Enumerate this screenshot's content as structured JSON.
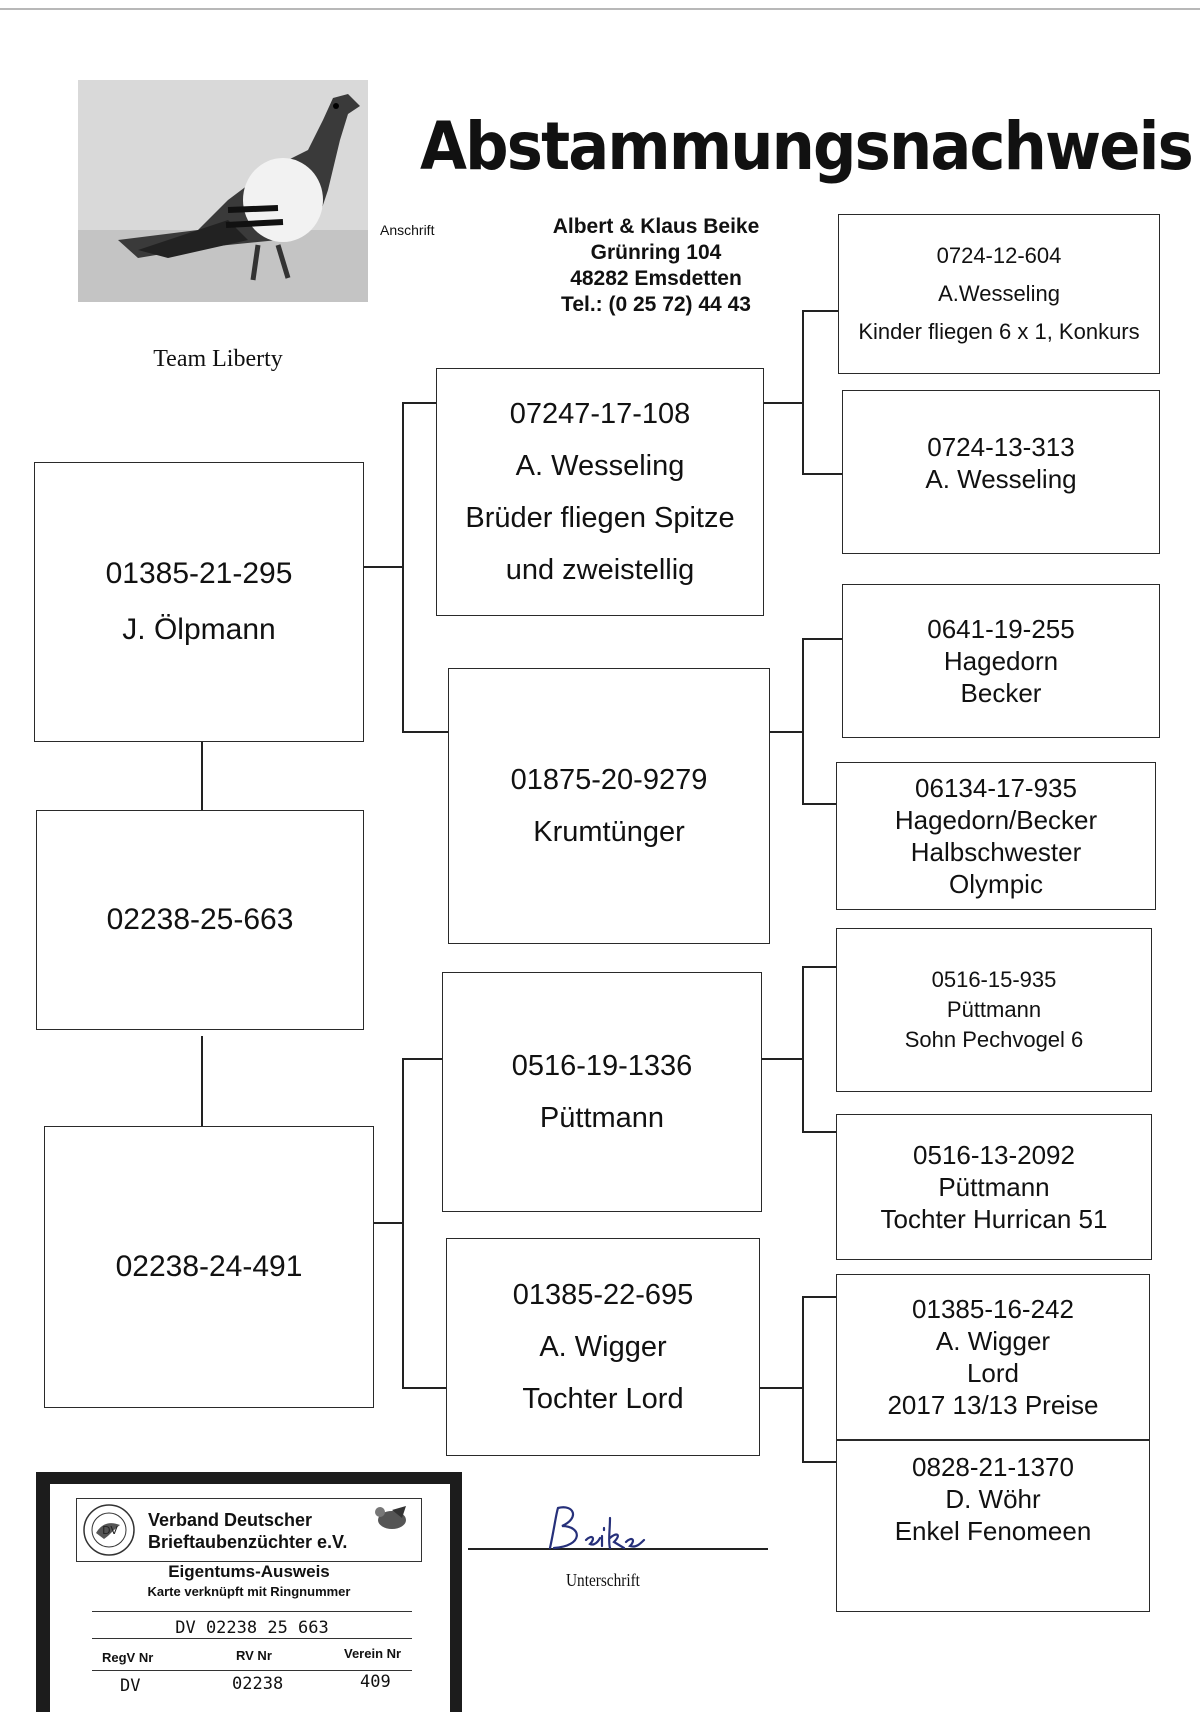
{
  "header": {
    "title": "Abstammungsnachweis",
    "photo_caption": "Team Liberty",
    "address_label": "Anschrift",
    "address_lines": [
      "Albert & Klaus Beike",
      "Grünring 104",
      "48282 Emsdetten",
      "Tel.: (0 25 72) 44 43"
    ]
  },
  "pedigree": {
    "subject": {
      "ring": "02238-25-663"
    },
    "sire": {
      "lines": [
        "01385-21-295",
        "J. Ölpmann"
      ]
    },
    "dam": {
      "lines": [
        "02238-24-491"
      ]
    },
    "sire_sire": {
      "lines": [
        "07247-17-108",
        "A. Wesseling",
        "Brüder fliegen Spitze",
        "und zweistellig"
      ]
    },
    "sire_dam": {
      "lines": [
        "01875-20-9279",
        "Krumtünger"
      ]
    },
    "dam_sire": {
      "lines": [
        "0516-19-1336",
        "Püttmann"
      ]
    },
    "dam_dam": {
      "lines": [
        "01385-22-695",
        "A. Wigger",
        "Tochter Lord"
      ]
    },
    "ggp": [
      {
        "lines": [
          "0724-12-604",
          "A.Wesseling",
          "Kinder fliegen 6 x 1, Konkurs"
        ]
      },
      {
        "lines": [
          "0724-13-313",
          "A. Wesseling"
        ]
      },
      {
        "lines": [
          "0641-19-255",
          "Hagedorn",
          "Becker"
        ]
      },
      {
        "lines": [
          "06134-17-935",
          "Hagedorn/Becker",
          "Halbschwester",
          "Olympic"
        ]
      },
      {
        "lines": [
          "0516-15-935",
          "Püttmann",
          "Sohn Pechvogel 6"
        ]
      },
      {
        "lines": [
          "0516-13-2092",
          "Püttmann",
          "Tochter Hurrican 51"
        ]
      },
      {
        "lines": [
          "01385-16-242",
          "A. Wigger",
          "Lord",
          "2017 13/13 Preise"
        ]
      },
      {
        "lines": [
          "0828-21-1370",
          "D. Wöhr",
          "Enkel Fenomeen"
        ]
      }
    ]
  },
  "signature": {
    "label": "Unterschrift",
    "handwriting": "Beike"
  },
  "ownership_card": {
    "org_line1": "Verband Deutscher",
    "org_line2": "Brieftaubenzüchter e.V.",
    "title": "Eigentums-Ausweis",
    "subtitle": "Karte verknüpft mit Ringnummer",
    "ring_number": "DV 02238 25 663",
    "columns": [
      {
        "label": "RegV Nr",
        "value": "DV"
      },
      {
        "label": "RV Nr",
        "value": "02238"
      },
      {
        "label": "Verein Nr",
        "value": "409"
      }
    ]
  }
}
